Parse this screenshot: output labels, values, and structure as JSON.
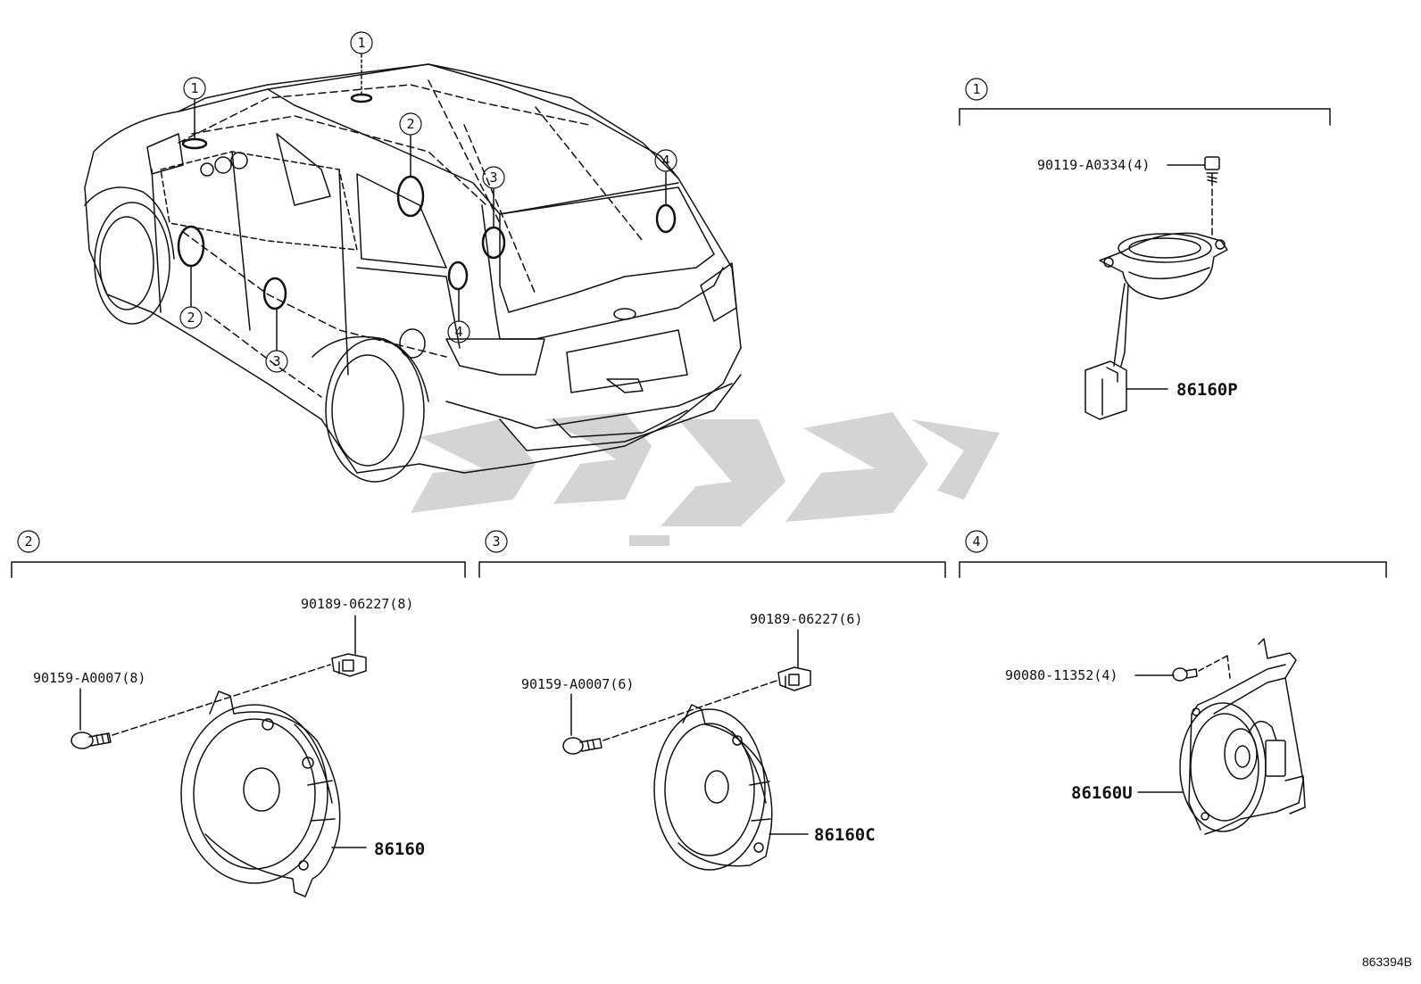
{
  "callouts": [
    "1",
    "2",
    "3",
    "4"
  ],
  "sections": {
    "s1": {
      "marker": "1",
      "bolt": "90119-A0334(4)",
      "speaker": "86160P"
    },
    "s2": {
      "marker": "2",
      "clip": "90189-06227(8)",
      "bolt": "90159-A0007(8)",
      "speaker": "86160"
    },
    "s3": {
      "marker": "3",
      "clip": "90189-06227(6)",
      "bolt": "90159-A0007(6)",
      "speaker": "86160C"
    },
    "s4": {
      "marker": "4",
      "bolt": "90080-11352(4)",
      "speaker": "86160U"
    }
  },
  "figure_code": "863394B",
  "colors": {
    "line": "#111111",
    "watermark": "#cfcfcf"
  }
}
